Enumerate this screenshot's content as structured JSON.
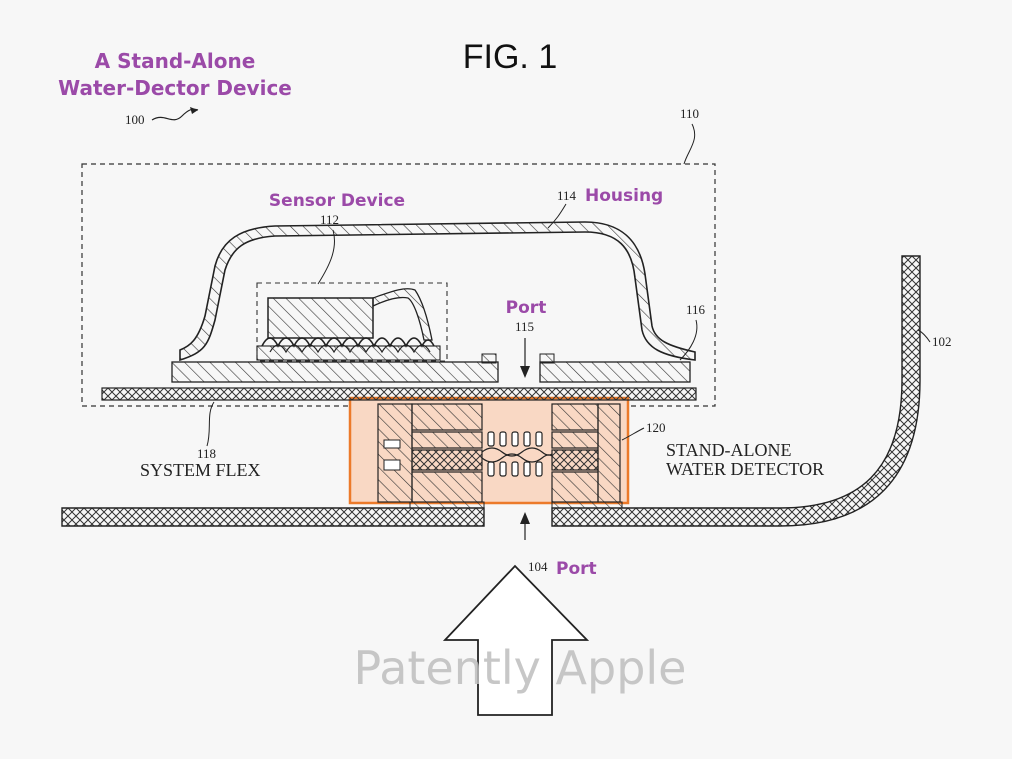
{
  "figure": {
    "title": "FIG. 1",
    "watermark": "Patently Apple",
    "accent_purple": "#9b4aa8",
    "highlight_orange": "#ec7a2a",
    "highlight_fill": "#f9d8c4"
  },
  "annotations": {
    "device_line1": "A Stand-Alone",
    "device_line2": "Water-Dector Device",
    "sensor": "Sensor Device",
    "housing": "Housing",
    "port_upper": "Port",
    "port_lower": "Port"
  },
  "refs": {
    "r100": "100",
    "r110": "110",
    "r112": "112",
    "r114": "114",
    "r115": "115",
    "r116": "116",
    "r102": "102",
    "r118": "118",
    "r120": "120",
    "r104": "104"
  },
  "labels": {
    "system_flex": "SYSTEM FLEX",
    "detector_line1": "STAND-ALONE",
    "detector_line2": "WATER DETECTOR"
  }
}
